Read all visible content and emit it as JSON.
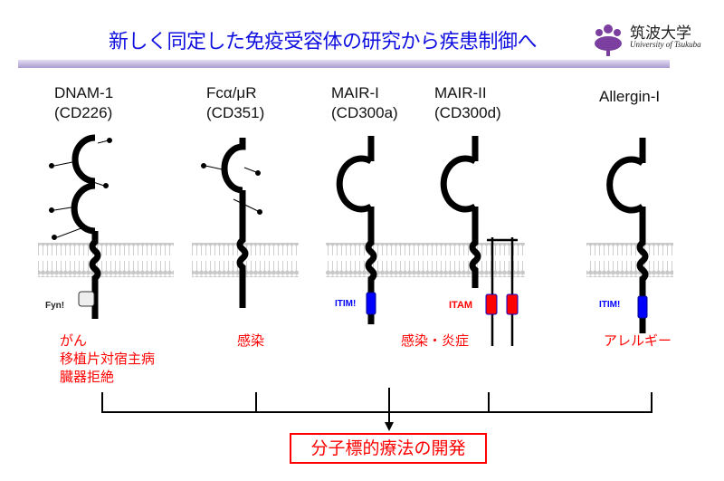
{
  "header": {
    "title": "新しく同定した免疫受容体の研究から疾患制御へ",
    "logo_jp": "筑波大学",
    "logo_en": "University of Tsukuba"
  },
  "receptors": [
    {
      "name": "DNAM-1",
      "alias": "(CD226)",
      "motif": "Fyn!",
      "disease": [
        "がん",
        "移植片対宿主病",
        "臓器拒絶"
      ]
    },
    {
      "name": "Fcα/μR",
      "alias": "(CD351)",
      "disease": [
        "感染"
      ]
    },
    {
      "name": "MAIR-I",
      "alias": "(CD300a)",
      "motif": "ITIM!"
    },
    {
      "name": "MAIR-II",
      "alias": "(CD300d)",
      "motif": "ITAM",
      "disease": [
        "感染・炎症"
      ]
    },
    {
      "name": "Allergin-I",
      "alias": "",
      "motif": "ITIM!",
      "disease": [
        "アレルギー"
      ]
    }
  ],
  "outcome": "分子標的療法の開発",
  "colors": {
    "title": "#1010e0",
    "disease": "#ff0000",
    "itim": "#0000ff",
    "itam": "#ff0000",
    "logo": "#7b3fa0"
  }
}
